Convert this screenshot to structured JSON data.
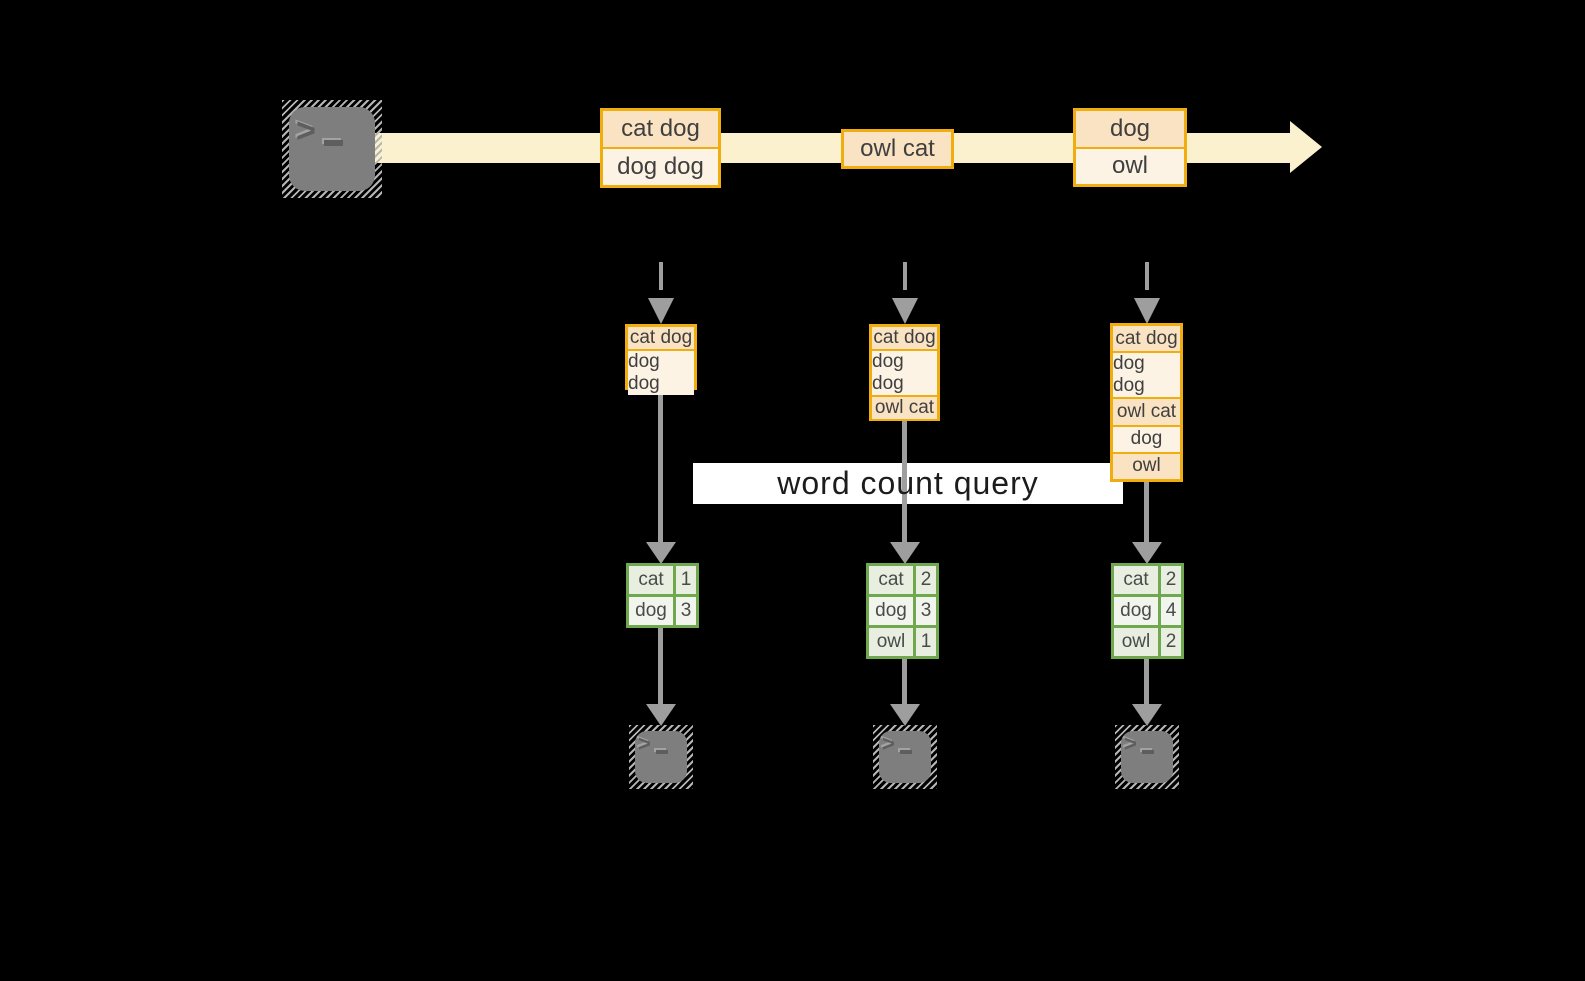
{
  "banner": {
    "label": "word count query"
  },
  "icons": {
    "terminal_prompt_chevron": ">",
    "terminal_prompt_underscore": "_"
  },
  "timeline": {
    "events": [
      {
        "rows": [
          "cat dog",
          "dog dog"
        ]
      },
      {
        "rows": [
          "owl cat"
        ]
      },
      {
        "rows": [
          "dog",
          "owl"
        ]
      }
    ]
  },
  "columns": [
    {
      "buffer": [
        "cat dog",
        "dog dog"
      ],
      "counts": [
        {
          "word": "cat",
          "count": "1"
        },
        {
          "word": "dog",
          "count": "3"
        }
      ]
    },
    {
      "buffer": [
        "cat dog",
        "dog dog",
        "owl cat"
      ],
      "counts": [
        {
          "word": "cat",
          "count": "2"
        },
        {
          "word": "dog",
          "count": "3"
        },
        {
          "word": "owl",
          "count": "1"
        }
      ]
    },
    {
      "buffer": [
        "cat dog",
        "dog dog",
        "owl cat",
        "dog",
        "owl"
      ],
      "counts": [
        {
          "word": "cat",
          "count": "2"
        },
        {
          "word": "dog",
          "count": "4"
        },
        {
          "word": "owl",
          "count": "2"
        }
      ]
    }
  ],
  "colors": {
    "background": "#000000",
    "band_cream": "#FBF1CF",
    "orange_border": "#EFAD0E",
    "peach_dark": "#FAE3C2",
    "peach_light": "#FDF3E4",
    "green_border": "#6FA84E",
    "green_cell_dark": "#E8EEE0",
    "green_cell_light": "#F2F5ED",
    "arrow_gray": "#9E9E9E",
    "terminal_gray": "#7E7E7E",
    "banner_bg": "#FFFFFF"
  }
}
